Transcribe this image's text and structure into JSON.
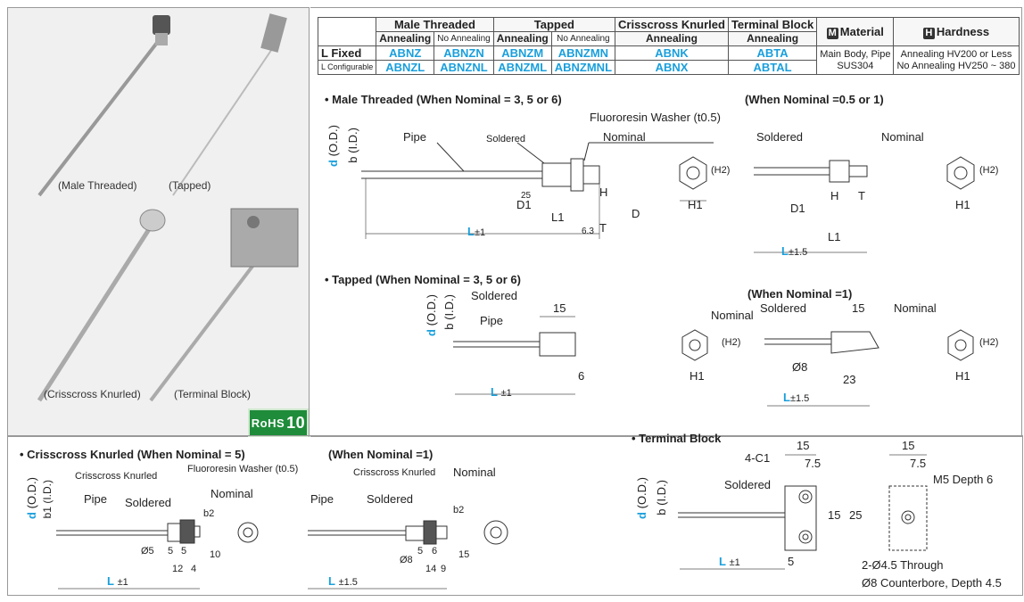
{
  "photo": {
    "labels": [
      "(Male Threaded)",
      "(Tapped)",
      "(Crisscross Knurled)",
      "(Terminal Block)"
    ],
    "rohs": {
      "text": "RoHS",
      "num": "10"
    }
  },
  "table": {
    "header1": [
      "Male Threaded",
      "Tapped",
      "Crisscross Knurled",
      "Terminal Block"
    ],
    "header2": [
      "Annealing",
      "No Annealing",
      "Annealing",
      "No Annealing",
      "Annealing",
      "Annealing"
    ],
    "material_badge": "M",
    "material_title": "Material",
    "hardness_badge": "H",
    "hardness_title": "Hardness",
    "row1_label": "L Fixed",
    "row1": [
      "ABNZ",
      "ABNZN",
      "ABNZM",
      "ABNZMN",
      "ABNK",
      "ABTA"
    ],
    "row2_label": "L Configurable",
    "row2": [
      "ABNZL",
      "ABNZNL",
      "ABNZML",
      "ABNZMNL",
      "ABNX",
      "ABTAL"
    ],
    "material_1": "Main Body, Pipe",
    "material_2": "SUS304",
    "hardness_1": "Annealing HV200 or Less",
    "hardness_2": "No Annealing HV250 ~ 380"
  },
  "sections": {
    "male_threaded": "• Male Threaded (When Nominal = 3, 5 or 6)",
    "male_small": "(When Nominal =0.5 or 1)",
    "tapped": "• Tapped (When Nominal = 3, 5 or 6)",
    "tapped_small": "(When Nominal =1)",
    "knurled": "• Crisscross Knurled (When Nominal = 5)",
    "knurled_small": "(When Nominal =1)",
    "terminal": "• Terminal Block"
  },
  "labels": {
    "d": "d",
    "od": "(O.D.)",
    "b": "b",
    "id": "(I.D.)",
    "b1": "b1",
    "b2": "b2",
    "pipe": "Pipe",
    "soldered": "Soldered",
    "nominal": "Nominal",
    "washer": "Fluororesin Washer (t0.5)",
    "knurled": "Crisscross Knurled",
    "L": "L",
    "pm1": "±1",
    "pm15": "±1.5",
    "H": "H",
    "T": "T",
    "L1": "L1",
    "D1": "D1",
    "D": "D",
    "H1": "H1",
    "H2": "(H2)",
    "r25": "25",
    "r63": "6.3",
    "n15": "15",
    "n6": "6",
    "n23": "23",
    "n8": "Ø8",
    "n5": "Ø5",
    "d5": "5",
    "d12": "12",
    "d4": "4",
    "d10": "10",
    "d14": "14",
    "d9": "9",
    "d15": "15",
    "d25": "25",
    "d75": "7.5",
    "c1": "4-C1",
    "m5": "M5 Depth 6",
    "through": "2-Ø4.5 Through",
    "cbore": "Ø8 Counterbore, Depth 4.5"
  }
}
